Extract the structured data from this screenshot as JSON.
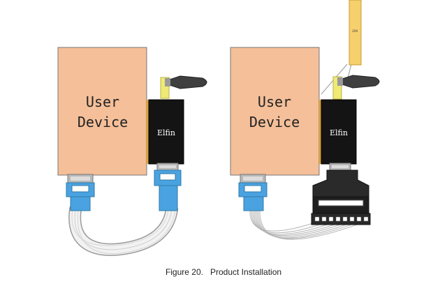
{
  "colors": {
    "user_device_fill": "#f4bf99",
    "module_fill": "#141414",
    "module_text": "#ffffff",
    "connector_blue": "#4aa3e0",
    "antenna_yellow": "#efea73",
    "antenna_gray": "#3f3f3f",
    "pcb_antenna_fill": "#f6d06c",
    "cable_gray": "#bfbfbf",
    "adapter_fill": "#2a2a2a"
  },
  "left_setup": {
    "user_device_line1": "User",
    "user_device_line2": "Device",
    "module_label": "Elfin"
  },
  "right_setup": {
    "user_device_line1": "User",
    "user_device_line2": "Device",
    "module_label": "Elfin",
    "pcb_antenna_label": "2M"
  },
  "caption": {
    "figure": "Figure 20.",
    "title": "Product Installation"
  },
  "icons": [
    "antenna-icon",
    "pcb-antenna-icon",
    "serial-connector-icon",
    "terminal-block-icon"
  ]
}
